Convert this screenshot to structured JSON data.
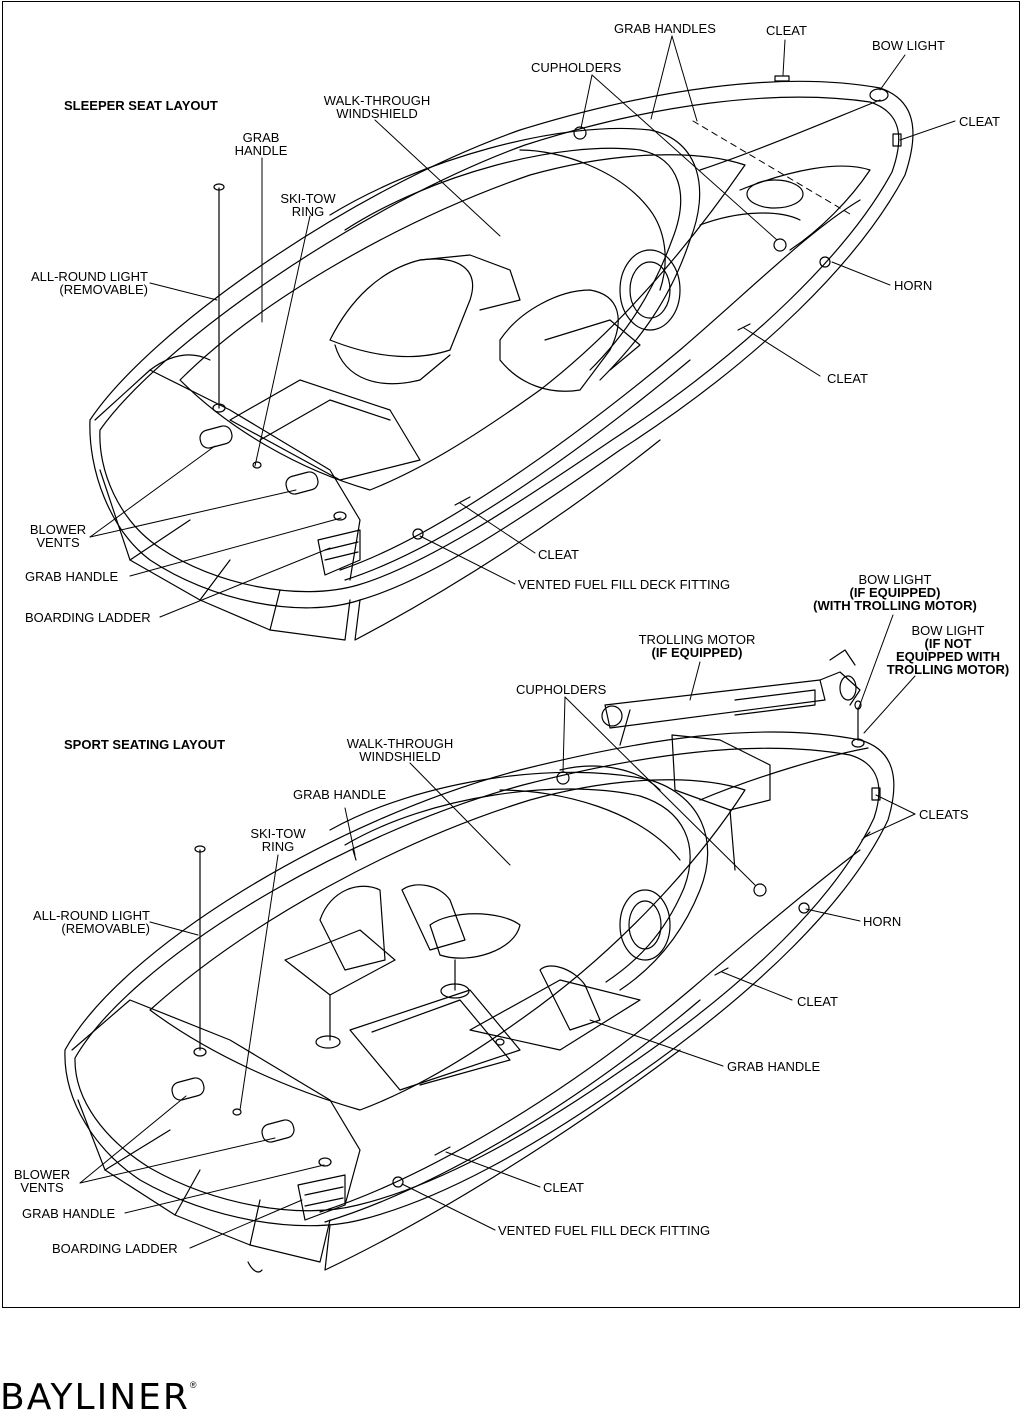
{
  "brand": {
    "logo_text": "BAYLINER",
    "registered_mark": "®"
  },
  "sleeper": {
    "title": "SLEEPER SEAT LAYOUT",
    "labels": {
      "grab_handles": "GRAB HANDLES",
      "cleat_top": "CLEAT",
      "bow_light": "BOW LIGHT",
      "cupholders": "CUPHOLDERS",
      "cleat_right": "CLEAT",
      "walk_through_1": "WALK-THROUGH",
      "walk_through_2": "WINDSHIELD",
      "grab_handle_1": "GRAB",
      "grab_handle_2": "HANDLE",
      "ski_tow_1": "SKI-TOW",
      "ski_tow_2": "RING",
      "all_round_1": "ALL-ROUND LIGHT",
      "all_round_2": "(REMOVABLE)",
      "horn": "HORN",
      "cleat_side": "CLEAT",
      "blower_1": "BLOWER",
      "blower_2": "VENTS",
      "cleat_bottom": "CLEAT",
      "grab_handle_rear": "GRAB HANDLE",
      "fuel_fill": "VENTED FUEL FILL DECK FITTING",
      "boarding_ladder": "BOARDING LADDER"
    }
  },
  "sport": {
    "title": "SPORT SEATING LAYOUT",
    "labels": {
      "bow_light_eq_1": "BOW LIGHT",
      "bow_light_eq_2": "(IF EQUIPPED)",
      "bow_light_eq_3": "(WITH TROLLING MOTOR)",
      "trolling_1": "TROLLING MOTOR",
      "trolling_2": "(IF EQUIPPED)",
      "bow_light_ne_1": "BOW LIGHT",
      "bow_light_ne_2": "(IF NOT",
      "bow_light_ne_3": "EQUIPPED WITH",
      "bow_light_ne_4": "TROLLING MOTOR)",
      "cupholders": "CUPHOLDERS",
      "walk_through_1": "WALK-THROUGH",
      "walk_through_2": "WINDSHIELD",
      "grab_handle_top": "GRAB HANDLE",
      "ski_tow_1": "SKI-TOW",
      "ski_tow_2": "RING",
      "cleats": "CLEATS",
      "all_round_1": "ALL-ROUND LIGHT",
      "all_round_2": "(REMOVABLE)",
      "horn": "HORN",
      "cleat_side": "CLEAT",
      "grab_handle_seat": "GRAB HANDLE",
      "blower_1": "BLOWER",
      "blower_2": "VENTS",
      "cleat_bottom": "CLEAT",
      "grab_handle_rear": "GRAB HANDLE",
      "fuel_fill": "VENTED FUEL FILL DECK FITTING",
      "boarding_ladder": "BOARDING LADDER"
    }
  }
}
